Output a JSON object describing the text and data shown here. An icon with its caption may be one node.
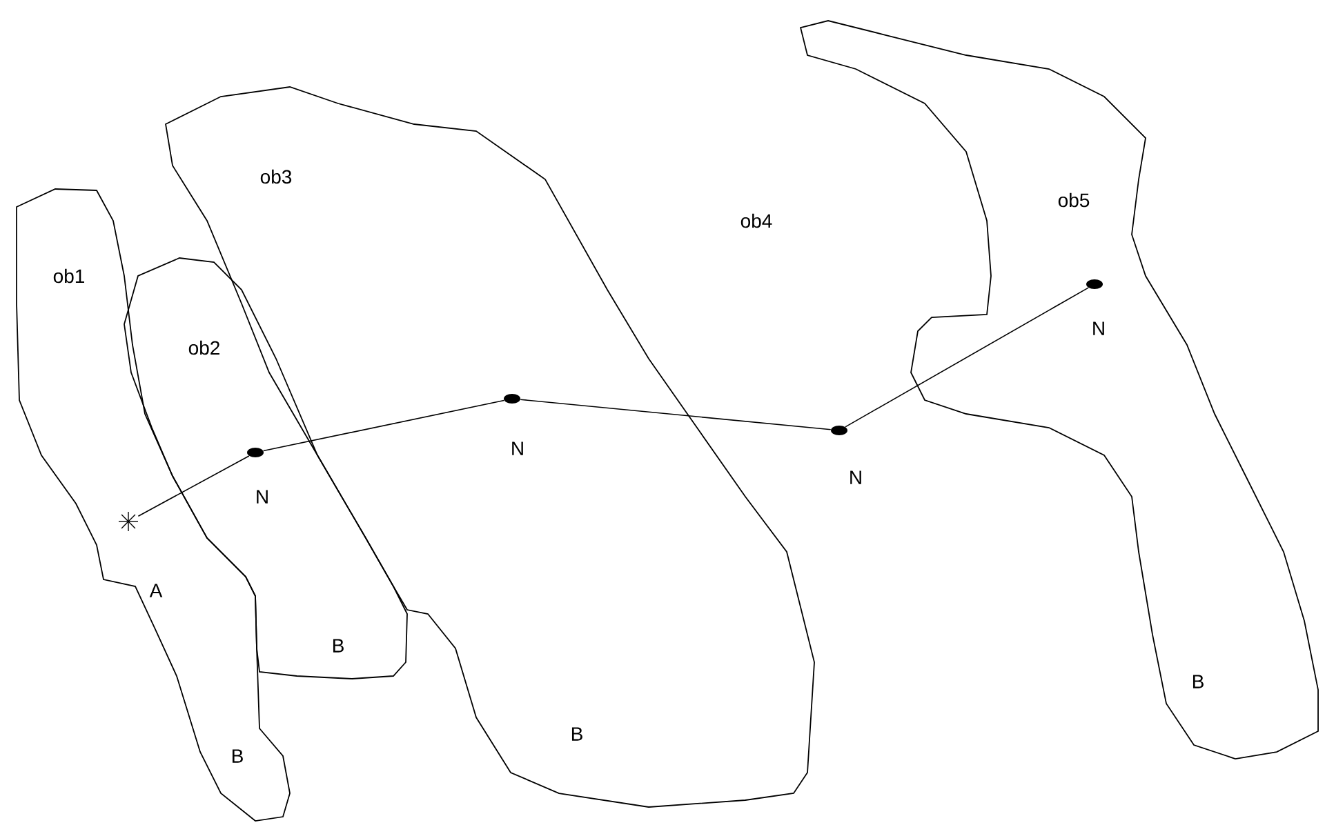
{
  "diagram": {
    "nodes": [
      {
        "text": [
          "ob1",
          "B"
        ]
      },
      {
        "text": [
          "ob2",
          "B"
        ]
      },
      {
        "text": [
          "ob3",
          "B"
        ]
      },
      {
        "text": [
          "ob5",
          "B"
        ]
      },
      {
        "text": [
          "A"
        ],
        "in": 0
      },
      {
        "text": [
          "N"
        ],
        "in": 1
      },
      {
        "text": [
          "N"
        ],
        "in": 2
      },
      {
        "text": [
          "N"
        ]
      },
      {
        "text": [
          "N"
        ],
        "in": 3
      }
    ],
    "edges": [
      {
        "from": 4,
        "to": 5,
        "arrow": "none"
      },
      {
        "from": 5,
        "to": 6,
        "arrow": "none"
      },
      {
        "from": 6,
        "to": 7,
        "arrow": "none"
      },
      {
        "from": 7,
        "to": 8,
        "arrow": "none"
      }
    ],
    "labels": [
      "ob4"
    ]
  }
}
